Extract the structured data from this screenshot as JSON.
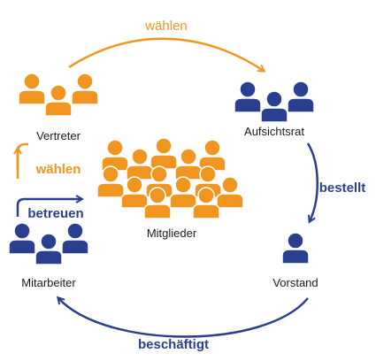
{
  "colors": {
    "orange": "#f0951f",
    "blue": "#2a3f8f"
  },
  "nodes": {
    "vertreter": "Vertreter",
    "aufsichtsrat": "Aufsichtsrat",
    "mitglieder": "Mitglieder",
    "vorstand": "Vorstand",
    "mitarbeiter": "Mitarbeiter"
  },
  "edges": {
    "top": "wählen",
    "left": "wählen",
    "betreuen": "betreuen",
    "bestellt": "bestellt",
    "beschaeftigt": "beschäftigt"
  },
  "icons": {
    "vertreter": "people-group-icon",
    "aufsichtsrat": "people-group-icon",
    "mitglieder": "crowd-icon",
    "vorstand": "person-icon",
    "mitarbeiter": "people-group-icon"
  }
}
